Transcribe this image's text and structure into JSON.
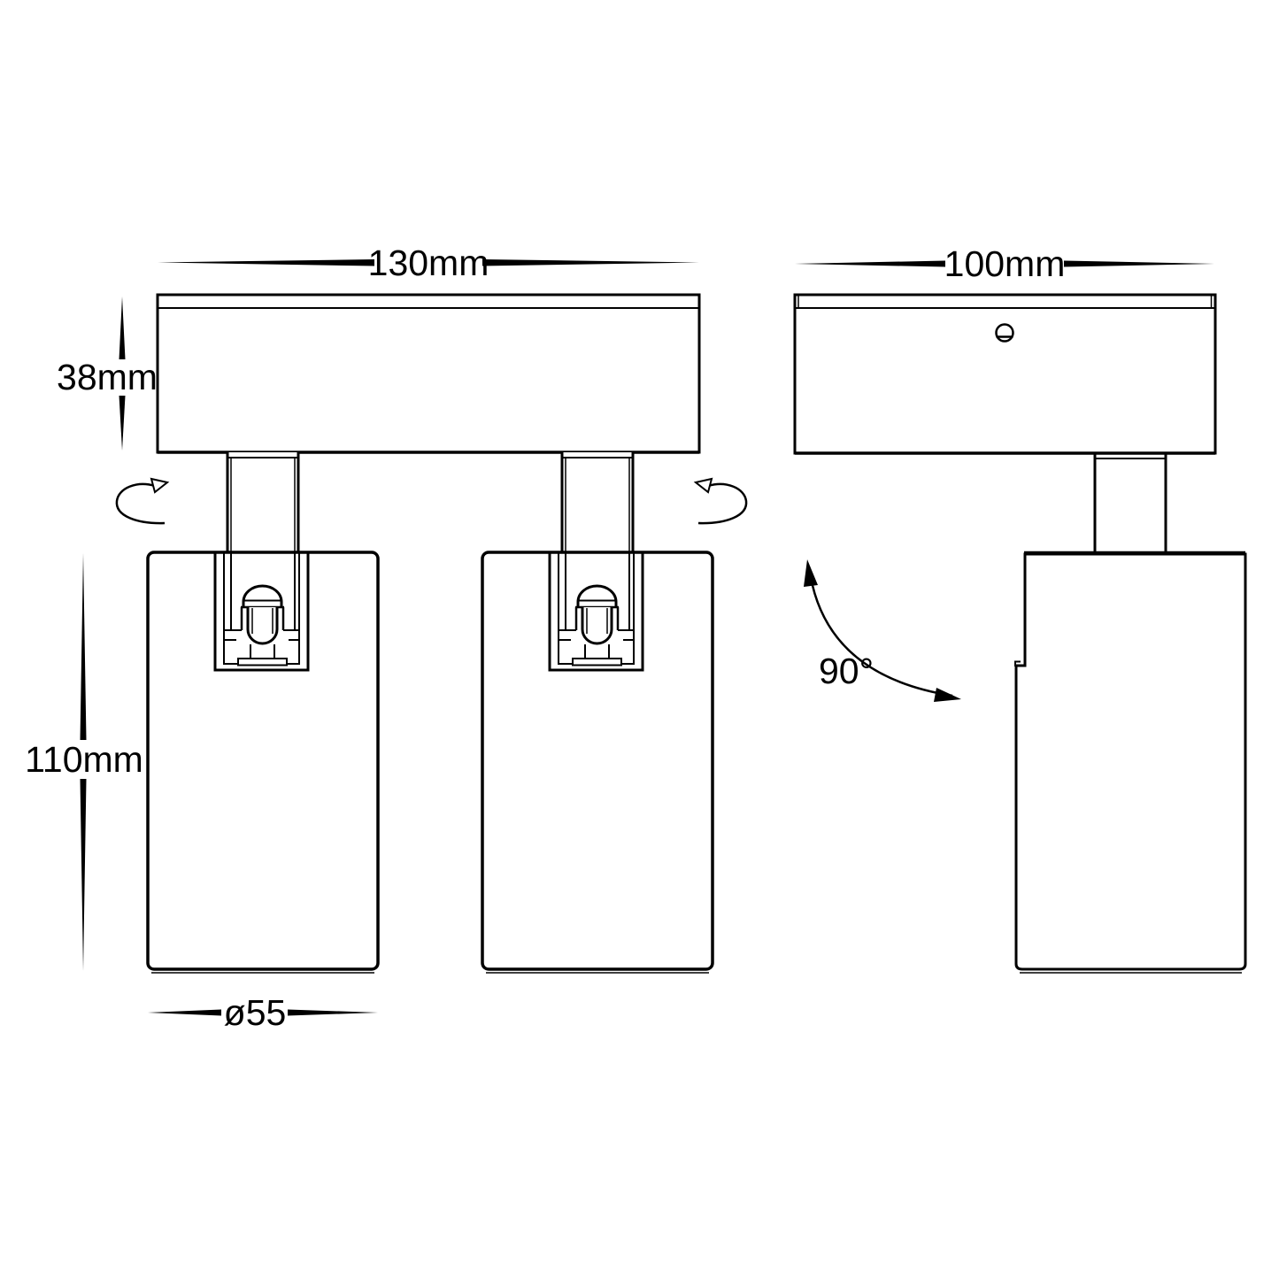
{
  "diagram": {
    "type": "technical-dimension-drawing",
    "subject": "double-head adjustable spotlight, front and side elevation",
    "colors": {
      "line": "#000000",
      "background": "#ffffff"
    },
    "front_view": {
      "width_label": "130mm",
      "plate_height_label": "38mm",
      "body_height_label": "110mm",
      "diameter_label": "ø55"
    },
    "side_view": {
      "width_label": "100mm",
      "tilt_angle_label": "90°"
    }
  }
}
